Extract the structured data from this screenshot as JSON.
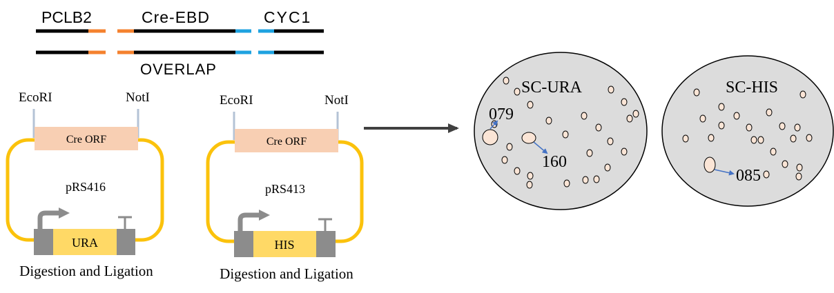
{
  "construct": {
    "labels": {
      "pclb2": "PCLB2",
      "cre_ebd": "Cre-EBD",
      "cyc1": "CYC1",
      "overlap": "OVERLAP"
    },
    "colors": {
      "backbone": "#000000",
      "overlap_pclb2": "#f4812e",
      "overlap_cyc1": "#1ea2e0"
    }
  },
  "plasmids": [
    {
      "site_left": "EcoRI",
      "site_right": "NotI",
      "orf": "Cre ORF",
      "name": "pRS416",
      "marker": "URA",
      "caption": "Digestion and Ligation"
    },
    {
      "site_left": "EcoRI",
      "site_right": "NotI",
      "orf": "Cre ORF",
      "name": "pRS413",
      "marker": "HIS",
      "caption": "Digestion and Ligation"
    }
  ],
  "plates": [
    {
      "label": "SC-URA",
      "colonies": [
        "079",
        "160"
      ]
    },
    {
      "label": "SC-HIS",
      "colonies": [
        "085"
      ]
    }
  ],
  "colors": {
    "plasmid_ring": "#fbc20c",
    "orf_box": "#f8cfb3",
    "marker_box": "#ffd966",
    "promoter_gray": "#8c8c8c",
    "plate_fill": "#dcdcdc",
    "colony_fill": "#fbe5d6",
    "pointer_arrow": "#4472c4",
    "process_arrow": "#404040"
  }
}
